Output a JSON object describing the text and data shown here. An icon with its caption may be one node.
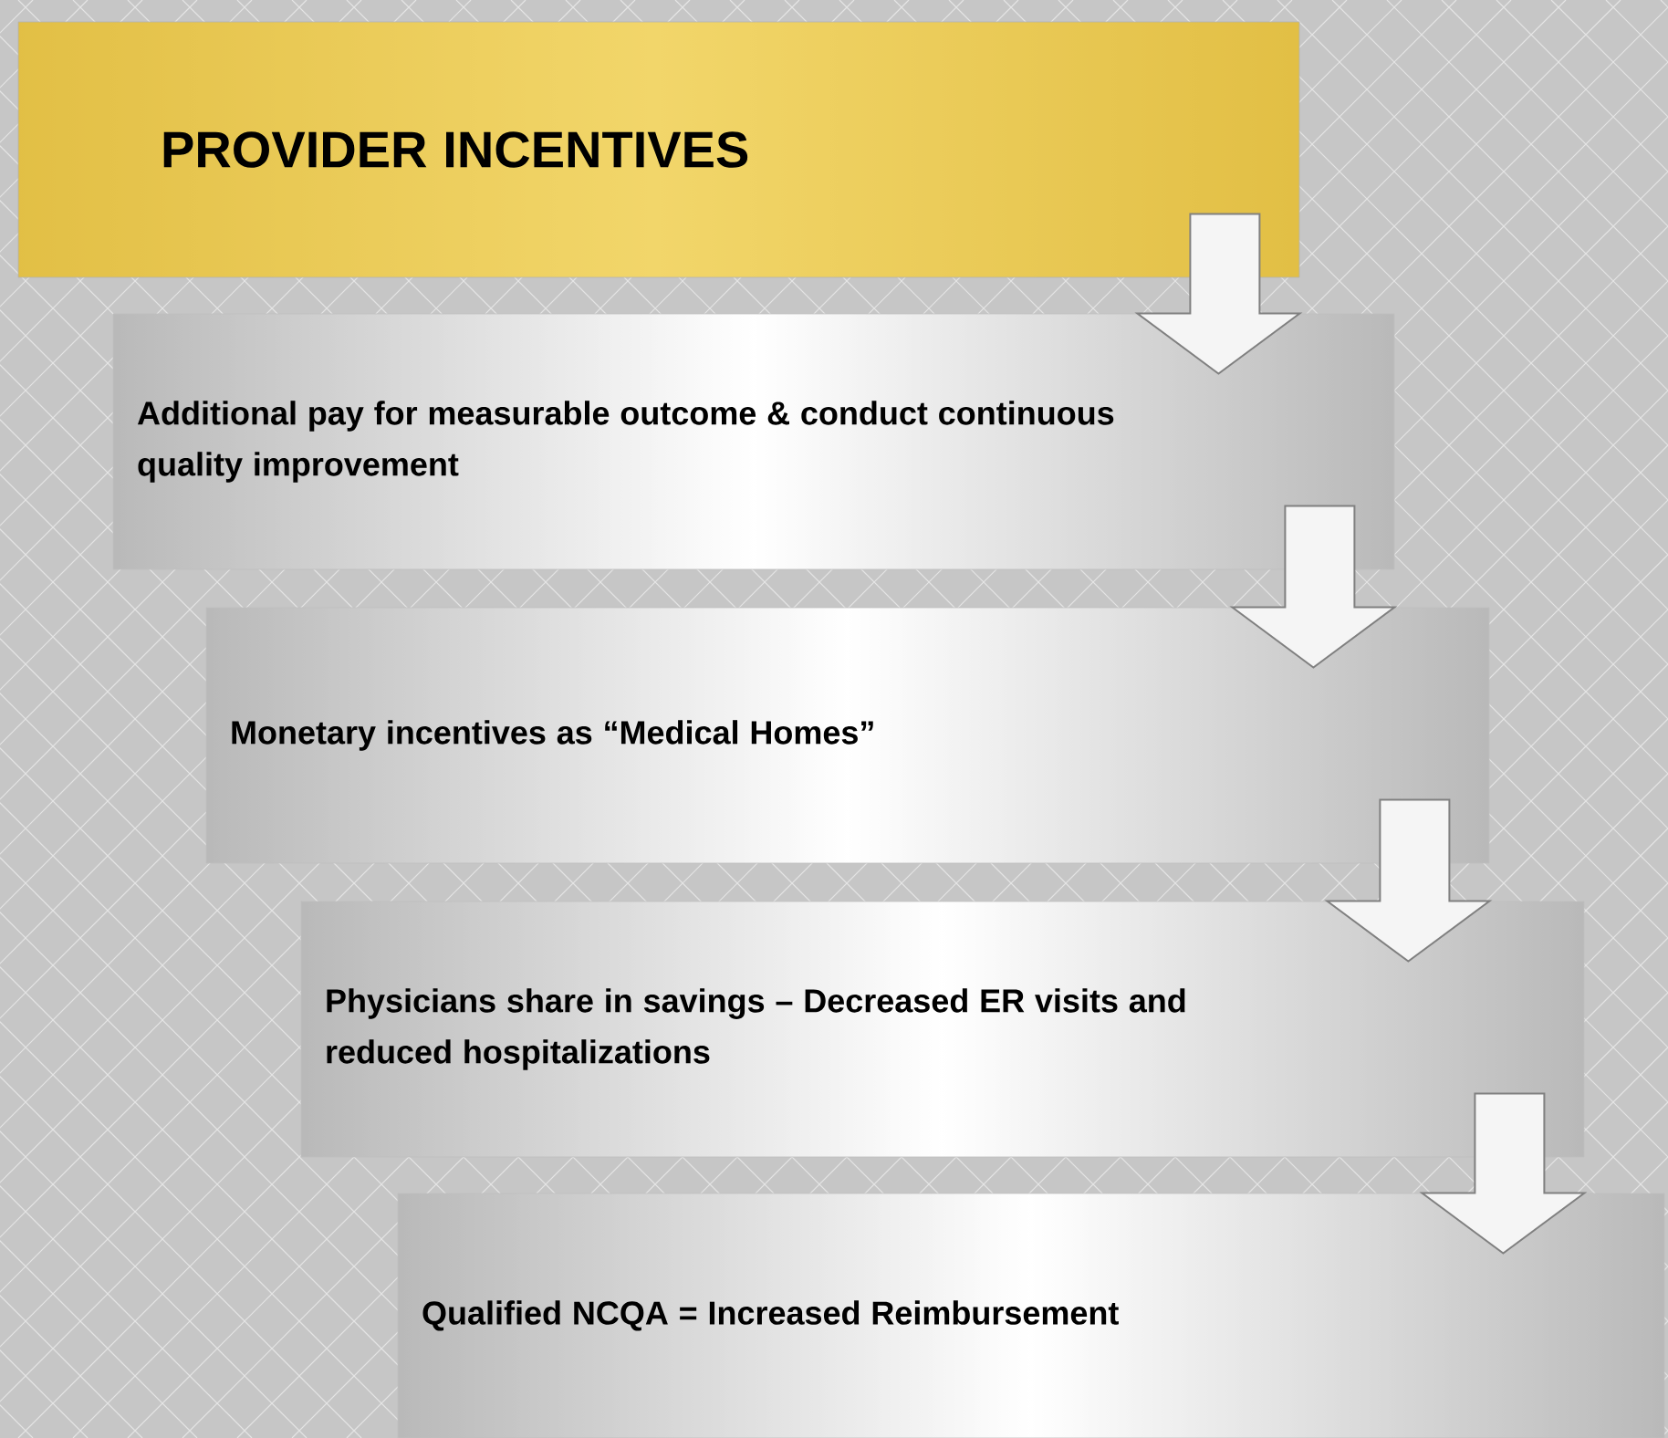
{
  "diagram": {
    "nodes": [
      {
        "text": [
          "PROVIDER INCENTIVES"
        ]
      },
      {
        "text": [
          "Additional pay for measurable outcome  & conduct continuous quality improvement"
        ]
      },
      {
        "text": [
          "Monetary incentives as “Medical Homes”"
        ]
      },
      {
        "text": [
          "Physicians share in savings – Decreased ER visits and reduced hospitalizations"
        ]
      },
      {
        "text": [
          "Qualified NCQA = Increased Reimbursement"
        ]
      }
    ],
    "edges": [
      {
        "from": 0,
        "to": 1,
        "arrow": "to"
      },
      {
        "from": 1,
        "to": 2,
        "arrow": "to"
      },
      {
        "from": 2,
        "to": 3,
        "arrow": "to"
      },
      {
        "from": 3,
        "to": 4,
        "arrow": "to"
      }
    ]
  }
}
